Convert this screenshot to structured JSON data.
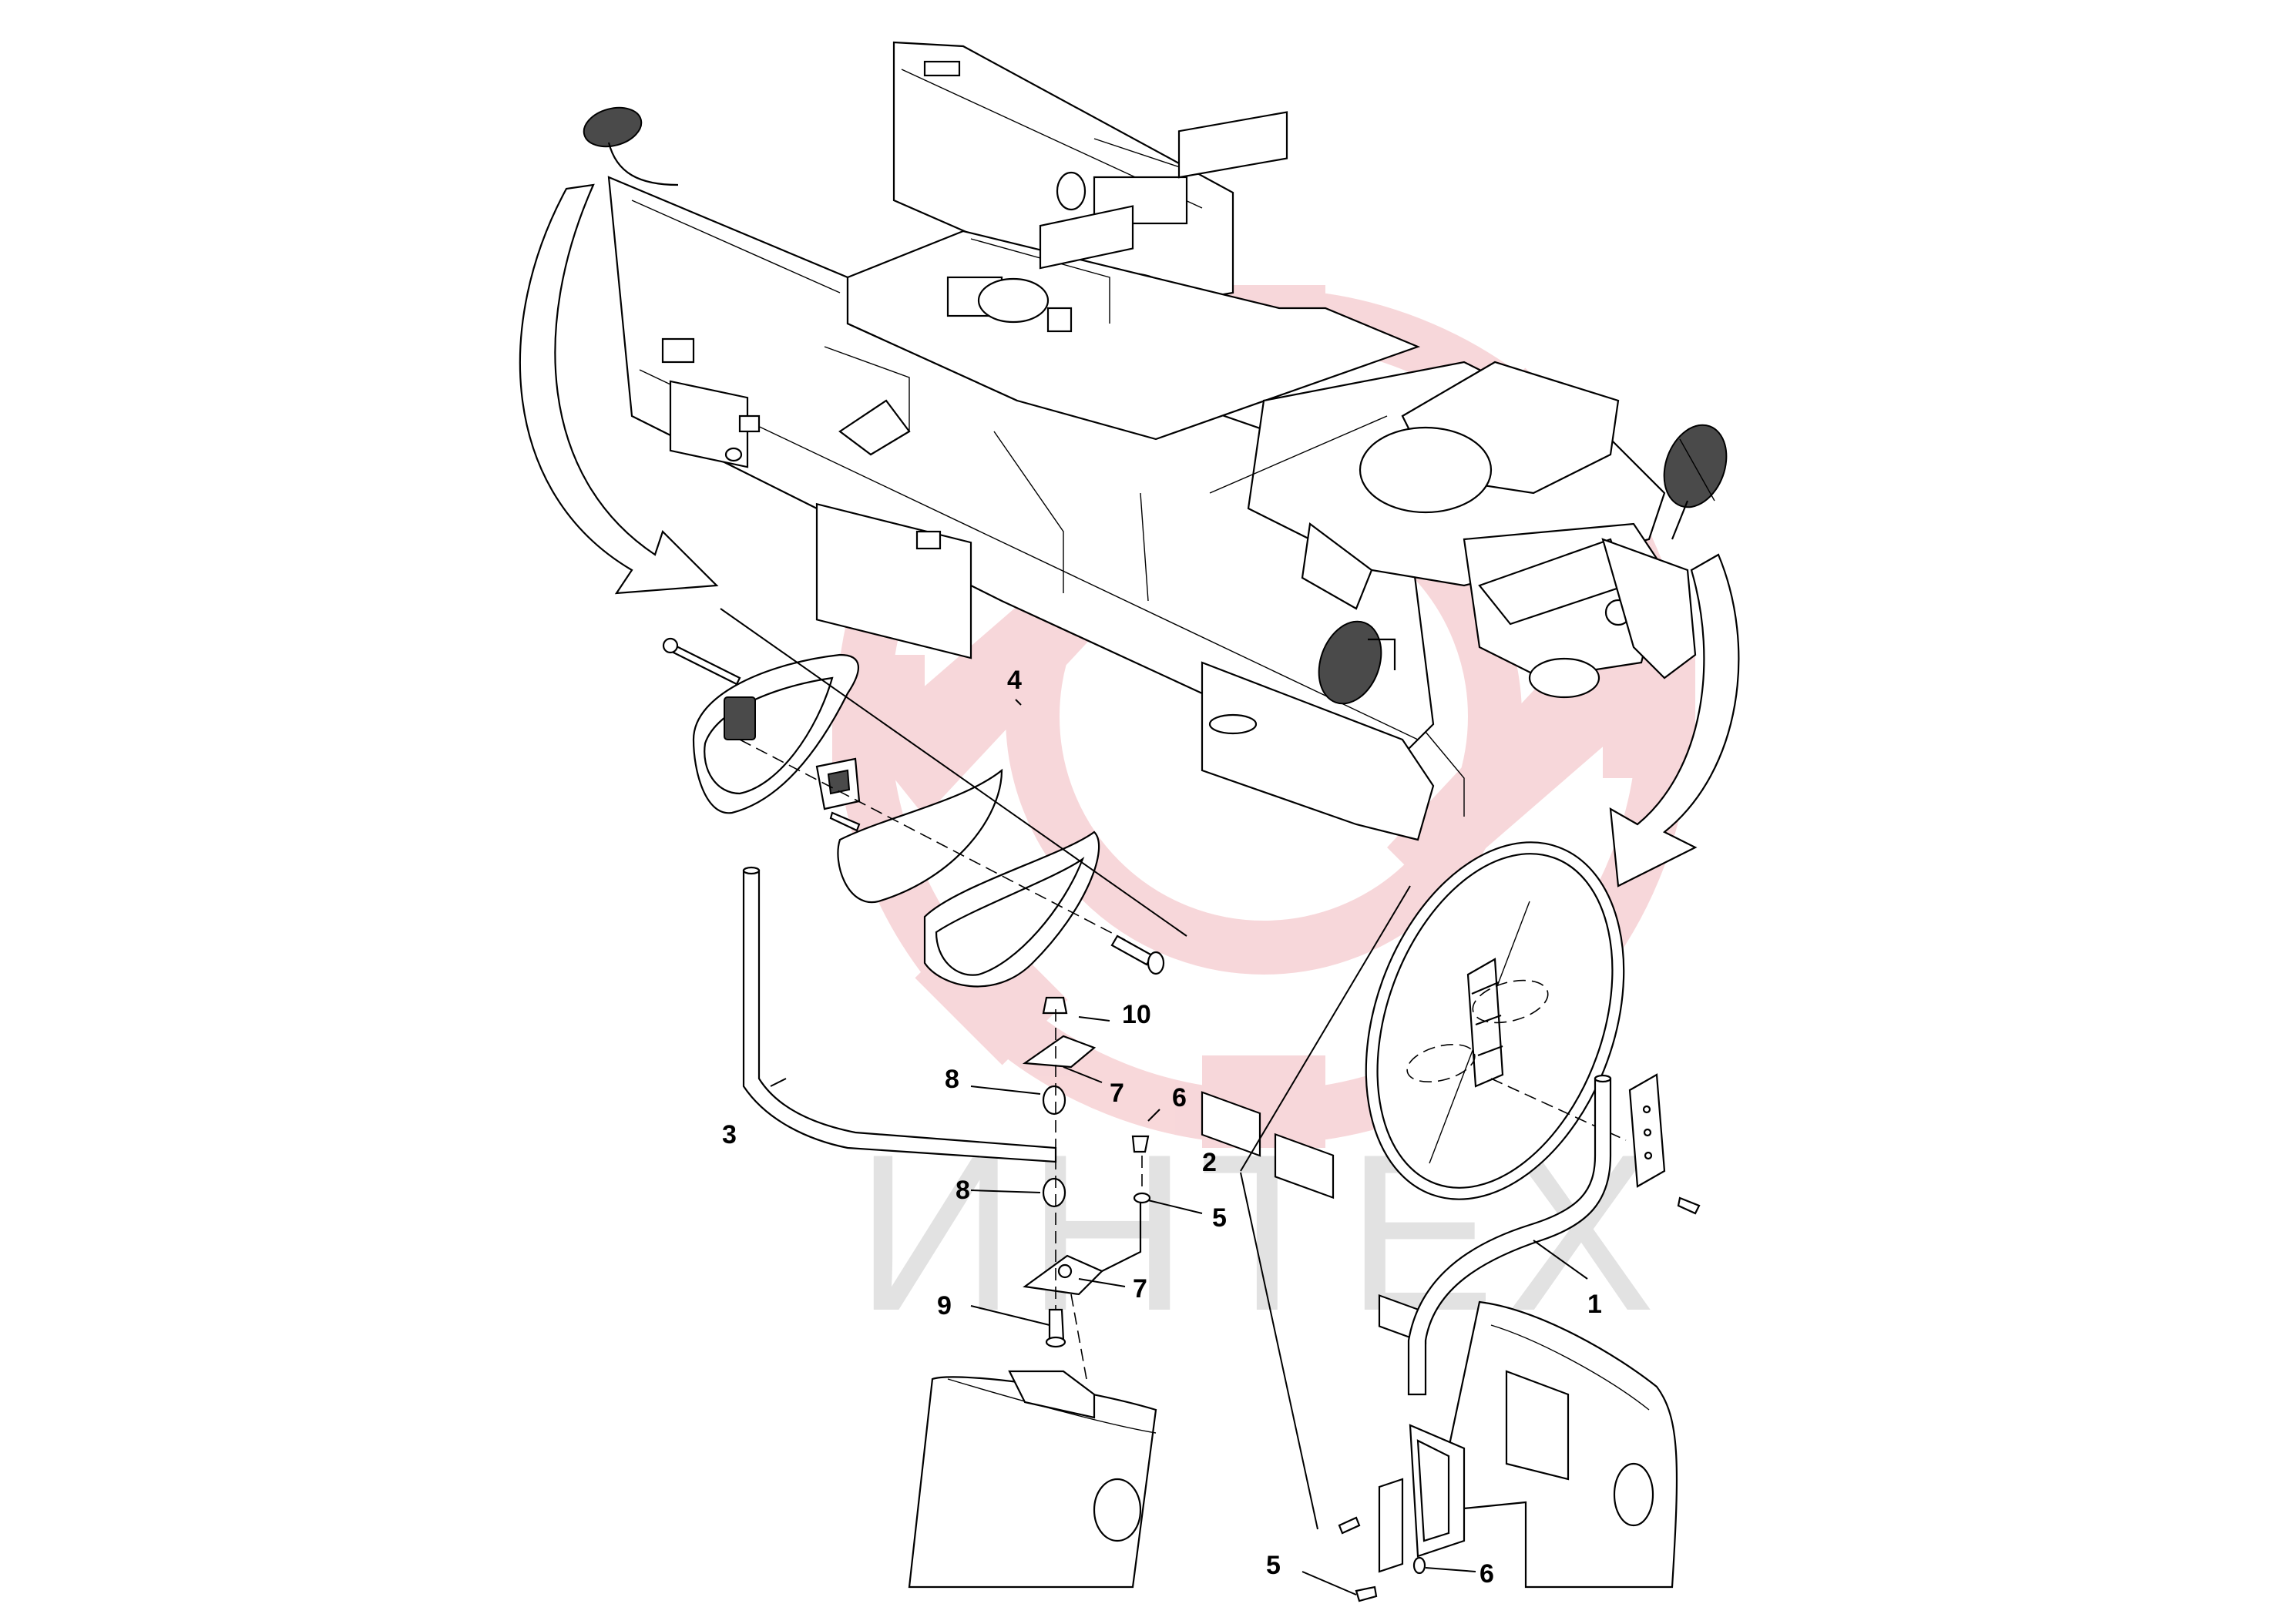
{
  "watermark": {
    "text": "ИНТЕХ",
    "logo_color": "#f2b8bc",
    "text_color": "#d9d9d9"
  },
  "callouts": {
    "c1": "1",
    "c2": "2",
    "c3": "3",
    "c4": "4",
    "c5a": "5",
    "c5b": "5",
    "c6a": "6",
    "c6b": "6",
    "c7a": "7",
    "c7b": "7",
    "c8a": "8",
    "c8b": "8",
    "c9": "9",
    "c10": "10"
  }
}
